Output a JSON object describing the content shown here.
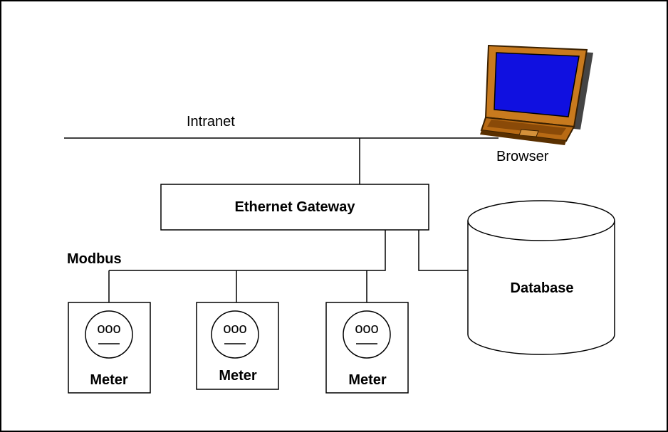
{
  "network": {
    "intranet_label": "Intranet",
    "modbus_label": "Modbus"
  },
  "browser": {
    "label": "Browser",
    "icon": "laptop-icon",
    "screen_color": "#1010e0",
    "body_color": "#c87a1e"
  },
  "gateway": {
    "label": "Ethernet Gateway"
  },
  "database": {
    "label": "Database"
  },
  "meters": [
    {
      "label": "Meter",
      "dial": "ooo"
    },
    {
      "label": "Meter",
      "dial": "ooo"
    },
    {
      "label": "Meter",
      "dial": "ooo"
    }
  ]
}
